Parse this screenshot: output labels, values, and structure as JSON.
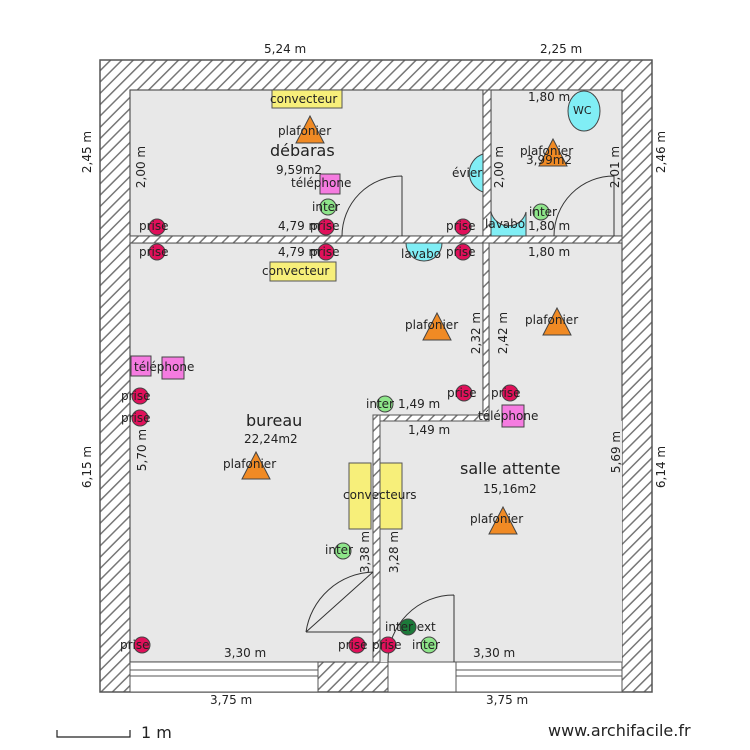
{
  "colors": {
    "wall": "#555555",
    "hatch": "#888888",
    "floor": "#e8e8e8",
    "convecteur": "#f7ef7a",
    "plafonier": "#f08a24",
    "prise": "#e0105a",
    "inter": "#8ee58a",
    "inter_ext": "#1c7a3a",
    "telephone": "#f57be0",
    "water": "#80eef5"
  },
  "rooms": [
    {
      "name": "débaras",
      "area": "9,59m2"
    },
    {
      "name": "bureau",
      "area": "22,24m2"
    },
    {
      "name": "salle attente",
      "area": "15,16m2"
    },
    {
      "name": "WC",
      "area": "3,99m2"
    }
  ],
  "dimensions": {
    "top_left": "5,24 m",
    "top_right": "2,25 m",
    "bottom_left": "3,75 m",
    "bottom_right": "3,75 m",
    "left_top": "2,45 m",
    "left_bottom": "6,15 m",
    "right_top": "2,46 m",
    "right_bottom": "6,14 m",
    "debaras_width_a": "4,79 m",
    "debaras_width_b": "4,79 m",
    "debaras_height": "2,00 m",
    "wc_width_top": "1,80 m",
    "wc_width_bottom": "1,80 m",
    "wc_width_below": "1,80 m",
    "wc_height_left": "2,00 m",
    "wc_height_right": "2,01 m",
    "bureau_height": "5,70 m",
    "bureau_bottom": "3,30 m",
    "salle_bottom": "3,30 m",
    "salle_height": "5,69 m",
    "notch_width_a": "1,49 m",
    "notch_width_b": "1,49 m",
    "notch_height_a": "2,32 m",
    "notch_height_b": "2,42 m",
    "corridor_height_a": "3,38 m",
    "corridor_height_b": "3,28 m"
  },
  "symbols": {
    "convecteur": "convecteur",
    "convecteurs": "convecteurs",
    "plafonier": "plafonier",
    "telephone": "téléphone",
    "prise": "prise",
    "inter": "inter",
    "inter_ext": "inter ext",
    "evier": "évier",
    "lavabo": "lavabo",
    "wc": "WC"
  },
  "scale": {
    "label": "1 m"
  },
  "watermark": "www.archifacile.fr"
}
